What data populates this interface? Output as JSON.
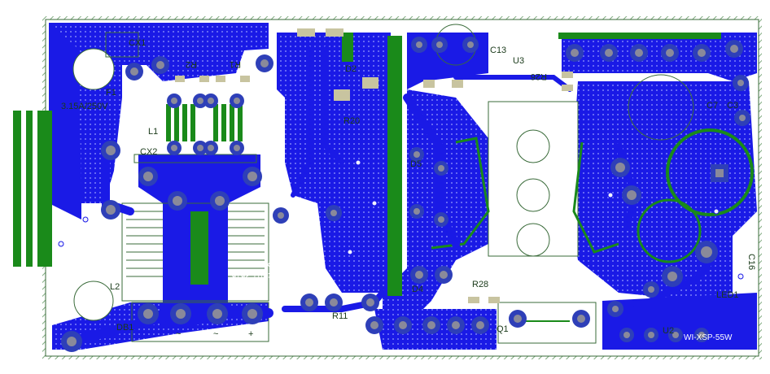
{
  "colors": {
    "background": "#ffffff",
    "copper_top": "#1a1ae6",
    "copper_bottom": "#1a8a1a",
    "silkscreen": "#3a6b3a",
    "pad_ring": "#2e3fb8",
    "drill": "#8a8a9a",
    "hatch": "#7faa7f",
    "via": "#f2f2ff"
  },
  "labels": {
    "cx1": "CX1",
    "r2": "R2",
    "r1": "R1",
    "f1": "F1",
    "fuse_rating": "3.15A/250V",
    "l1": "L1",
    "cx2": "CX2",
    "l2": "L2",
    "db1": "DB1",
    "c13": "C13",
    "u3": "U3",
    "d2": "D2",
    "r20": "R20",
    "r26": "R26",
    "c7": "C7",
    "c3": "C3",
    "d5": "D5",
    "d4": "D4",
    "r28": "R28",
    "r11": "R11",
    "q1": "Q1",
    "led1": "LED1",
    "c16": "C16",
    "u2": "U2",
    "board_name": "WI-XSP-55W",
    "board_name2": "WI-XSP-55W",
    "revision": "REV:A0 C3616",
    "ac_symbol_1": "~",
    "ac_symbol_2": "~",
    "plus_symbol": "+"
  }
}
